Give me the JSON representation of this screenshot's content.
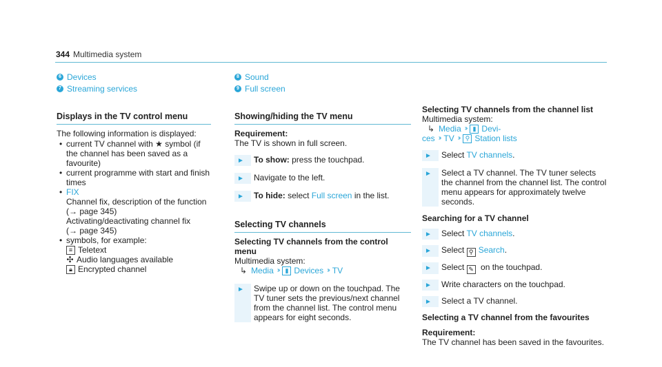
{
  "header": {
    "page": "344",
    "title": "Multimedia system"
  },
  "col1": {
    "items": [
      {
        "n": "6",
        "label": "Devices"
      },
      {
        "n": "7",
        "label": "Streaming services"
      }
    ],
    "section": "Displays in the TV control menu",
    "intro": "The following information is displayed:",
    "b1": "current TV channel with ★ symbol (if the channel has been saved as a favourite)",
    "b2": "current programme with start and finish times",
    "b3_label": "FIX",
    "b3_a": "Channel fix, description of the function",
    "b3_b": "(→ page 345)",
    "b3_c": "Activating/deactivating channel fix",
    "b3_d": "(→ page 345)",
    "b4": "symbols, for example:",
    "sym1": "Teletext",
    "sym2": "Audio languages available",
    "sym3": "Encrypted channel"
  },
  "col2": {
    "items": [
      {
        "n": "8",
        "label": "Sound"
      },
      {
        "n": "9",
        "label": "Full screen"
      }
    ],
    "section1": "Showing/hiding the TV menu",
    "req": "Requirement:",
    "req_text": "The TV is shown in full screen.",
    "s1_bold": "To show:",
    "s1_text": " press the touchpad.",
    "s2": "Navigate to the left.",
    "s3_bold": "To hide:",
    "s3_pre": " select ",
    "s3_link": "Full screen",
    "s3_post": " in the list.",
    "section2": "Selecting TV channels",
    "sub1": "Selecting TV channels from the control menu",
    "sys": "Multimedia system:",
    "p_media": "Media",
    "p_devices": "Devices",
    "p_tv": "TV",
    "s4": "Swipe up or down on the touchpad. The TV tuner sets the previous/next channel from the channel list. The control menu appears for eight seconds."
  },
  "col3": {
    "sub1": "Selecting TV channels from the channel list",
    "sys": "Multimedia system:",
    "p_media": "Media",
    "p_devi": "Devi-",
    "p_ces": "ces",
    "p_tv": "TV",
    "p_station": "Station lists",
    "s1_pre": "Select ",
    "s1_link": "TV channels",
    "s1_post": ".",
    "s2": "Select a TV channel. The TV tuner selects the channel from the channel list. The control menu appears for approximately twelve seconds.",
    "sub2": "Searching for a TV channel",
    "s3_pre": "Select ",
    "s3_link": "TV channels",
    "s3_post": ".",
    "s4_pre": "Select ",
    "s4_link": "Search",
    "s4_post": ".",
    "s5_pre": "Select ",
    "s5_post": " on the touchpad.",
    "s6": "Write characters on the touchpad.",
    "s7": "Select a TV channel.",
    "sub3": "Selecting a TV channel from the favourites",
    "req": "Requirement:",
    "req_text": "The TV channel has been saved in the favourites."
  }
}
